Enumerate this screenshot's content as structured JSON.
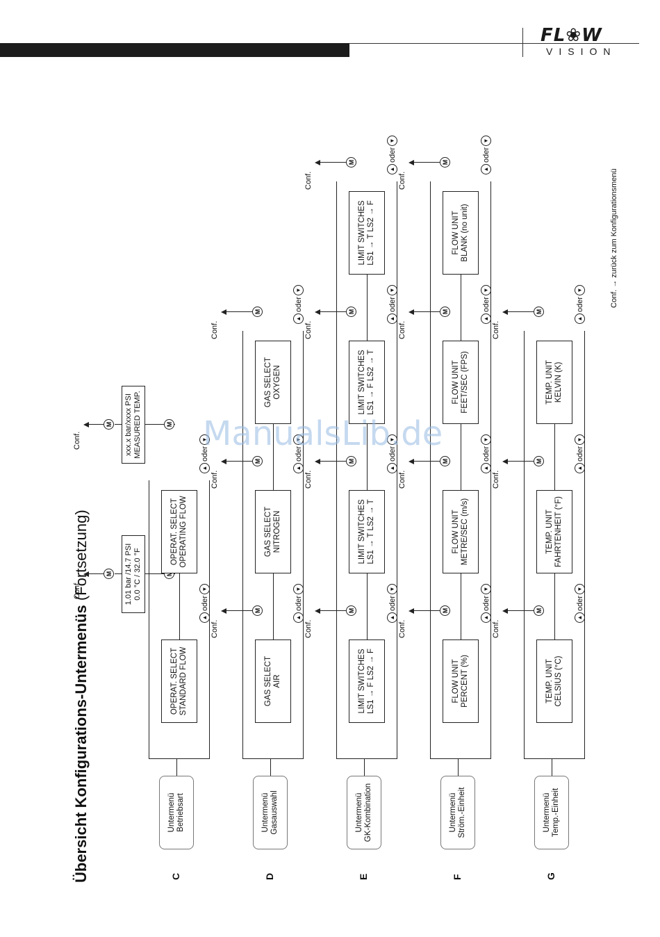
{
  "header": {
    "logo_main": "FL❀W",
    "logo_sub": "VISION"
  },
  "title": {
    "main": "Übersicht Konfigurations-Untermenüs",
    "cont": "(Fortsetzung)"
  },
  "labels": {
    "conf": "Conf.",
    "oder": "oder",
    "m_key": "M",
    "up_key": "▲",
    "down_key": "▼"
  },
  "footnote": "Conf. → zurück zum Konfigurationsmenü",
  "watermark": "ManualsLib.de",
  "rows": [
    {
      "letter": "C",
      "submenu": [
        "Untermenü",
        "Betriebsart"
      ],
      "options": [
        {
          "lines": [
            "OPERAT. SELECT",
            "STANDARD FLOW"
          ],
          "result": [
            "1.01 bar /14.7 PSI",
            "0.0 °C / 32.0 °F"
          ]
        },
        {
          "lines": [
            "OPERAT. SELECT",
            "OPERATING FLOW"
          ],
          "result": [
            "xxx.x bar/xxxx PSI",
            "MEASURED TEMP."
          ]
        }
      ]
    },
    {
      "letter": "D",
      "submenu": [
        "Untermenü",
        "Gasauswahl"
      ],
      "options": [
        {
          "lines": [
            "GAS SELECT",
            "AIR"
          ]
        },
        {
          "lines": [
            "GAS SELECT",
            "NITROGEN"
          ]
        },
        {
          "lines": [
            "GAS SELECT",
            "OXYGEN"
          ]
        }
      ]
    },
    {
      "letter": "E",
      "submenu": [
        "Untermenü",
        "GK-Kombination"
      ],
      "options": [
        {
          "lines": [
            "LIMIT SWITCHES",
            "LS1 → F  LS2 → F"
          ]
        },
        {
          "lines": [
            "LIMIT SWITCHES",
            "LS1 → T  LS2 → T"
          ]
        },
        {
          "lines": [
            "LIMIT SWITCHES",
            "LS1 → F  LS2 → T"
          ]
        },
        {
          "lines": [
            "LIMIT SWITCHES",
            "LS1 → T  LS2 → F"
          ]
        }
      ]
    },
    {
      "letter": "F",
      "submenu": [
        "Untermenü",
        "Ström.-Einheit"
      ],
      "options": [
        {
          "lines": [
            "FLOW UNIT",
            "PERCENT (%)"
          ]
        },
        {
          "lines": [
            "FLOW UNIT",
            "METRE/SEC (m/s)"
          ]
        },
        {
          "lines": [
            "FLOW UNIT",
            "FEET/SEC (FPS)"
          ]
        },
        {
          "lines": [
            "FLOW UNIT",
            "BLANK (no unit)"
          ]
        }
      ]
    },
    {
      "letter": "G",
      "submenu": [
        "Untermenü",
        "Temp.-Einheit"
      ],
      "options": [
        {
          "lines": [
            "TEMP. UNIT",
            "CELSIUS (°C)"
          ]
        },
        {
          "lines": [
            "TEMP. UNIT",
            "FAHRTENHEIT (°F)"
          ]
        },
        {
          "lines": [
            "TEMP. UNIT",
            "KELVIN (K)"
          ]
        }
      ]
    }
  ]
}
